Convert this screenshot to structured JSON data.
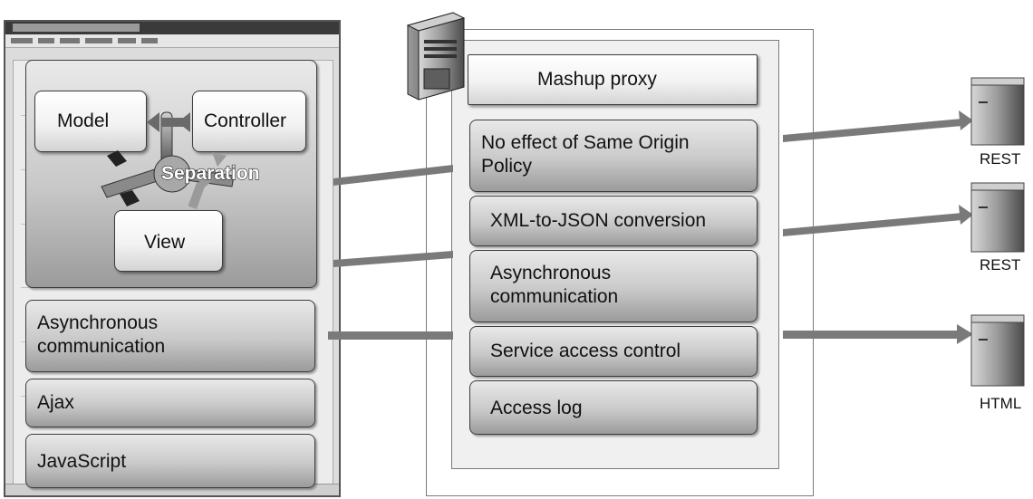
{
  "browser": {
    "mvc": {
      "model": "Model",
      "controller": "Controller",
      "view": "View",
      "separation": "Separation"
    },
    "layers": [
      {
        "label": "Asynchronous\ncommunication"
      },
      {
        "label": "Ajax"
      },
      {
        "label": "JavaScript"
      }
    ]
  },
  "proxy": {
    "title": "Mashup proxy",
    "functions": [
      {
        "label": "No effect of Same Origin\nPolicy"
      },
      {
        "label": "XML-to-JSON conversion"
      },
      {
        "label": "Asynchronous\ncommunication"
      },
      {
        "label": "Service access control"
      },
      {
        "label": "Access log"
      }
    ]
  },
  "remotes": [
    {
      "label": "REST"
    },
    {
      "label": "REST"
    },
    {
      "label": "HTML"
    }
  ],
  "colors": {
    "arrow": "#7a7a7a",
    "box_border": "#3c3c3c"
  }
}
